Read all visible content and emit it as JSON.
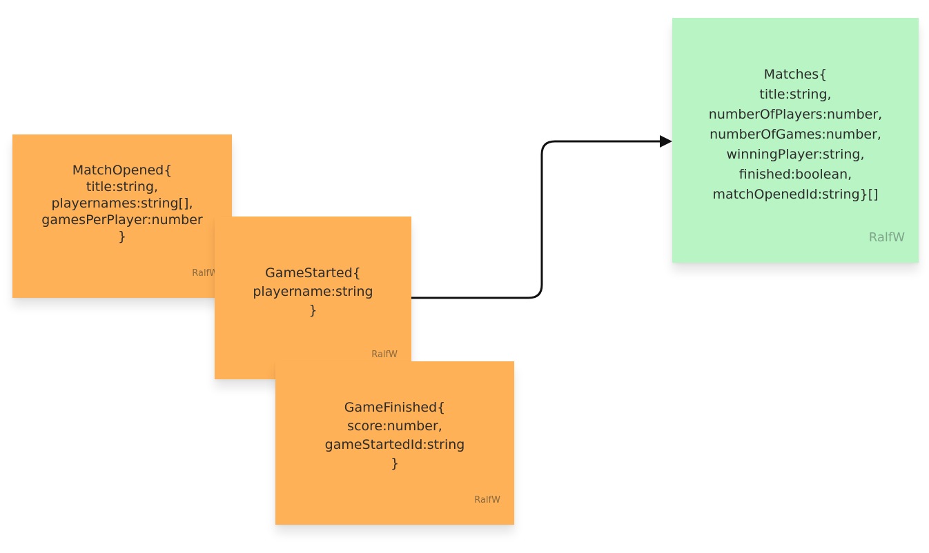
{
  "notes": {
    "match_opened": {
      "text": "MatchOpened{\ntitle:string,\nplayernames:string[],\ngamesPerPlayer:number\n}",
      "author": "RalfW",
      "color": "#ffb157"
    },
    "game_started": {
      "text": "GameStarted{\nplayername:string\n}",
      "author": "RalfW",
      "color": "#ffb157"
    },
    "game_finished": {
      "text": "GameFinished{\nscore:number,\ngameStartedId:string\n}",
      "author": "RalfW",
      "color": "#ffb157"
    },
    "matches": {
      "text": "Matches{\ntitle:string,\nnumberOfPlayers:number,\nnumberOfGames:number,\nwinningPlayer:string,\nfinished:boolean,\nmatchOpenedId:string}[]",
      "author": "RalfW",
      "color": "#b9f5c4"
    }
  },
  "connectors": [
    {
      "from": "game_started",
      "to": "matches",
      "arrow": "end",
      "color": "#111111"
    }
  ]
}
